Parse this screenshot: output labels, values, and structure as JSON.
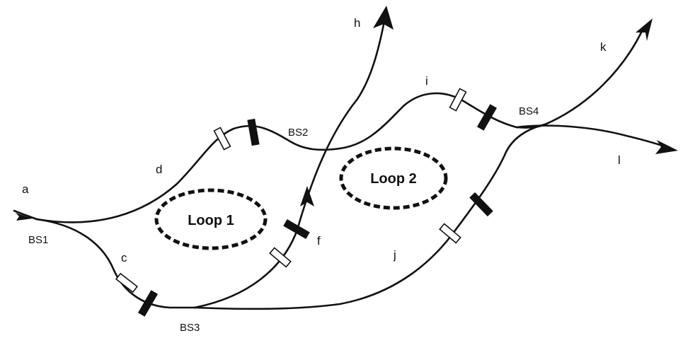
{
  "diagram": {
    "track_labels": {
      "a": "a",
      "c": "c",
      "d": "d",
      "f": "f",
      "h": "h",
      "i": "i",
      "j": "j",
      "k": "k",
      "l": "l"
    },
    "stations": {
      "bs1": "BS1",
      "bs2": "BS2",
      "bs3": "BS3",
      "bs4": "BS4"
    },
    "loops": {
      "loop1": "Loop 1",
      "loop2": "Loop 2"
    }
  }
}
